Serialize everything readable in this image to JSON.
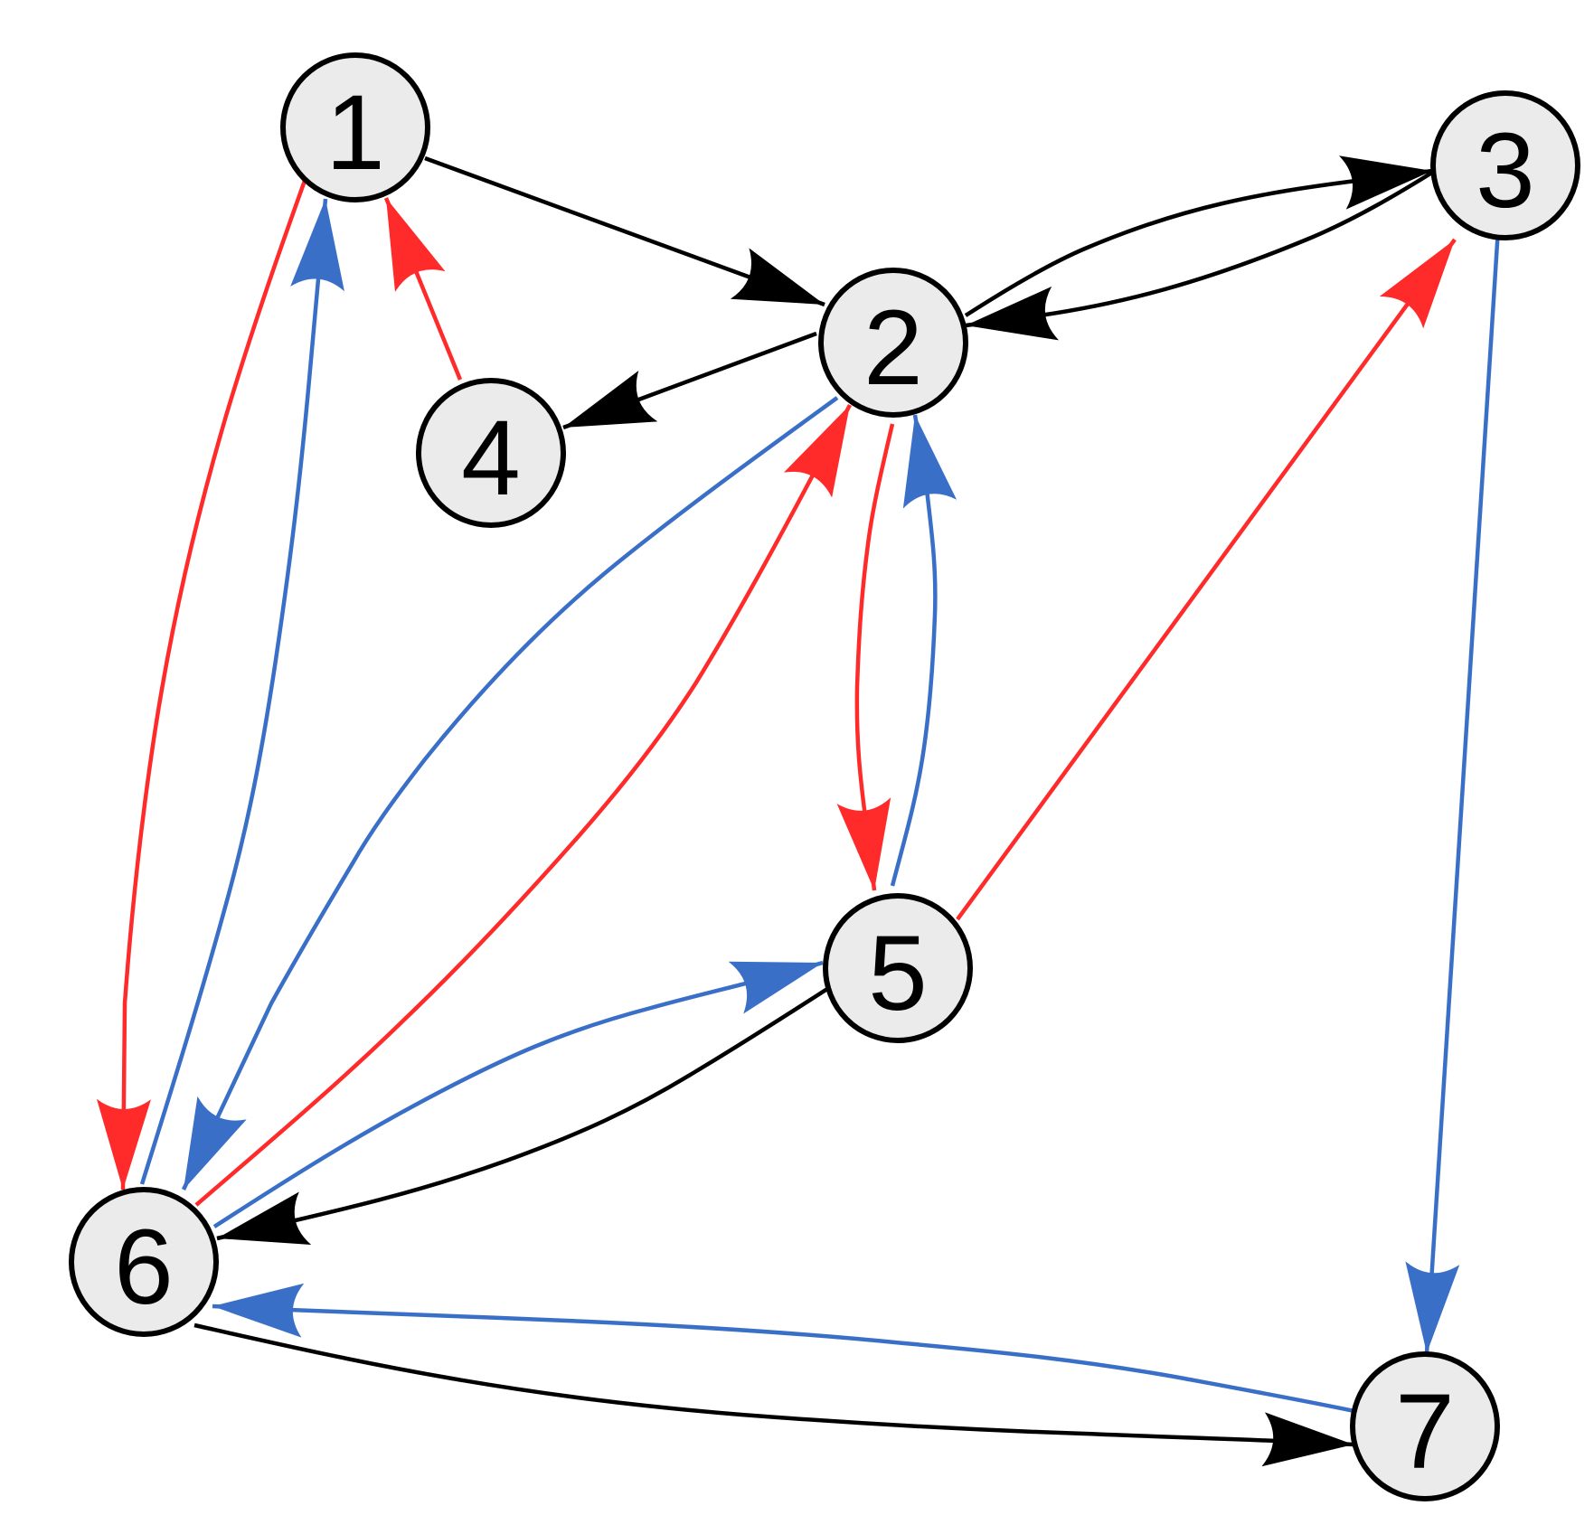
{
  "colors": {
    "black": "#000000",
    "red": "#ff2a2a",
    "blue": "#3a6fc8",
    "node_fill": "#ebebeb"
  },
  "nodes": [
    {
      "id": "1",
      "label": "1"
    },
    {
      "id": "2",
      "label": "2"
    },
    {
      "id": "3",
      "label": "3"
    },
    {
      "id": "4",
      "label": "4"
    },
    {
      "id": "5",
      "label": "5"
    },
    {
      "id": "6",
      "label": "6"
    },
    {
      "id": "7",
      "label": "7"
    }
  ],
  "edges": [
    {
      "from": "1",
      "to": "2",
      "color": "black"
    },
    {
      "from": "2",
      "to": "3",
      "color": "black"
    },
    {
      "from": "3",
      "to": "2",
      "color": "black"
    },
    {
      "from": "2",
      "to": "4",
      "color": "black"
    },
    {
      "from": "4",
      "to": "1",
      "color": "red"
    },
    {
      "from": "1",
      "to": "6",
      "color": "red"
    },
    {
      "from": "6",
      "to": "1",
      "color": "blue"
    },
    {
      "from": "2",
      "to": "6",
      "color": "blue"
    },
    {
      "from": "6",
      "to": "2",
      "color": "red"
    },
    {
      "from": "2",
      "to": "5",
      "color": "red"
    },
    {
      "from": "5",
      "to": "2",
      "color": "blue"
    },
    {
      "from": "5",
      "to": "3",
      "color": "red"
    },
    {
      "from": "3",
      "to": "7",
      "color": "blue"
    },
    {
      "from": "6",
      "to": "5",
      "color": "blue"
    },
    {
      "from": "5",
      "to": "6",
      "color": "black"
    },
    {
      "from": "7",
      "to": "6",
      "color": "blue"
    },
    {
      "from": "6",
      "to": "7",
      "color": "black"
    }
  ]
}
